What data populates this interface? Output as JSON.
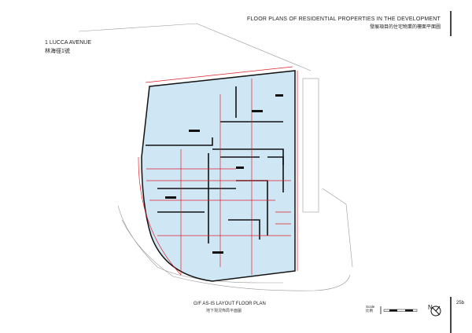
{
  "header": {
    "title_en": "FLOOR PLANS OF RESIDENTIAL PROPERTIES IN THE DEVELOPMENT",
    "title_zh": "發展項目的住宅物業的樓面平面圖"
  },
  "address": {
    "en": "1 LUCCA AVENUE",
    "zh": "林海徑1號"
  },
  "caption": {
    "en": "G/F AS-IS LAYOUT FLOOR PLAN",
    "zh": "地下現況佈局平面圖"
  },
  "scale": {
    "label_en": "Scale",
    "label_zh": "比例"
  },
  "north": {
    "label": "N"
  },
  "page_number": "25b",
  "colors": {
    "fill": "#cfe7f5",
    "dim": "#e0202a",
    "wall": "#111111"
  }
}
